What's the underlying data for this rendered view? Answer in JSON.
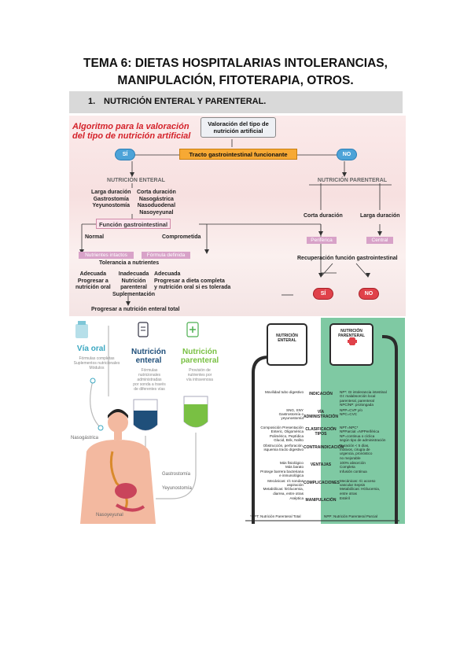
{
  "heading": {
    "line1": "TEMA 6: DIETAS HOSPITALARIAS INTOLERANCIAS,",
    "line2": "MANIPULACIÓN, FITOTERAPIA, OTROS."
  },
  "section": {
    "number": "1.",
    "title": "NUTRICIÓN ENTERAL Y PARENTERAL."
  },
  "algorithm": {
    "title_line1": "Algoritmo para la valoración",
    "title_line2": "del tipo de nutrición artificial",
    "valoracion_line1": "Valoración del tipo de",
    "valoracion_line2": "nutrición artificial",
    "tracto": "Tracto gastrointestinal funcionante",
    "si": "SÍ",
    "no": "NO",
    "enteral": "NUTRICIÓN ENTERAL",
    "parenteral": "NUTRICIÓN PARENTERAL",
    "larga_list": [
      "Larga duración",
      "Gastrostomía",
      "Yeyunostomía"
    ],
    "corta_list": [
      "Corta duración",
      "Nasogástrica",
      "Nasoduodenal",
      "Nasoyeyunal"
    ],
    "funcion": "Función gastrointestinal",
    "normal": "Normal",
    "comprometida": "Comprometida",
    "nutrientes_intactos": "Nutrientes intactos",
    "formula_definida": "Fórmula definida",
    "tolerancia": "Tolerancia a nutrientes",
    "adecuada1": [
      "Adecuada",
      "Progresar a",
      "nutrición oral"
    ],
    "inadecuada": [
      "Inadecuada",
      "Nutrición",
      "parenteral",
      "Suplementación"
    ],
    "adecuada2": [
      "Adecuada",
      "Progresar a dieta completa",
      "y nutrición oral si es tolerada"
    ],
    "progresar_total": "Progresar a nutrición enteral total",
    "corta_duracion": "Corta duración",
    "larga_duracion": "Larga duración",
    "periferica": "Periférica",
    "central": "Central",
    "recuperacion": "Recuperación función gastrointestinal",
    "si2": "SÍ",
    "no2": "NO"
  },
  "vias": {
    "via_oral": "Vía oral",
    "via_oral_desc": [
      "Fórmulas completas",
      "Suplementos nutricionales",
      "Módulos"
    ],
    "nutricion_enteral": [
      "Nutrición",
      "enteral"
    ],
    "enteral_desc": [
      "Fórmulas",
      "nutricionales",
      "administradas",
      "por sonda a través",
      "de diferentes vías"
    ],
    "nutricion_parenteral": [
      "Nutrición",
      "parenteral"
    ],
    "parenteral_desc": [
      "Provisión de",
      "nutrientes por",
      "vía intravenosa"
    ],
    "nasogastrica": "Nasogástrica",
    "gastrostomia": "Gastrostomía",
    "yeyunostomia": "Yeyunostomía",
    "nasoyeyunal": "Nasoyeyunal"
  },
  "comparison": {
    "enteral_label": [
      "NUTRICIÓN",
      "ENTERAL"
    ],
    "parenteral_label": [
      "NUTRICIÓN",
      "PARENTERAL"
    ],
    "rows": [
      {
        "key": "INDICACIÓN",
        "left": [
          "Movilidad tubo digestivo"
        ],
        "right": [
          "NP*: GI intolerancia intestinal",
          "GI: malabsorción local",
          "parenteral, parenteral",
          "NPC/NP: prolongada"
        ]
      },
      {
        "key": "VÍA ADMINISTRACIÓN",
        "left": [
          "SNG, SNY",
          "Gastrostomía o",
          "yeyunostomía"
        ],
        "right": [
          "NPP=CVP y/o",
          "NPC=CVC"
        ]
      },
      {
        "key": "CLASIFICACIÓN TIPOS",
        "left": [
          "Composición  Presentación",
          "Enteric, Oligomérica",
          "Polimérico, Peptídica",
          "Glucid, Brik, Nolito"
        ],
        "right": [
          "NPT=NPC*",
          "NPParcial =NPPeriférica",
          "NP=continua o cíclica",
          "según tipo de administración"
        ]
      },
      {
        "key": "CONTRAINDICACIÓN",
        "left": [
          "Obstrucción, perforación,",
          "isquemia tracto digestivo"
        ],
        "right": [
          "Duración < 5 días,",
          "motivos, cirugía de",
          "urgencia, pronóstico",
          "no mejorable"
        ]
      },
      {
        "key": "VENTAJAS",
        "left": [
          "Más fisiológico",
          "Más barato",
          "Protege barrera bacteriana",
          "e inmunológica"
        ],
        "right": [
          "100% absorción",
          "Completa",
          "Infusión continua"
        ]
      },
      {
        "key": "COMPLICACIONES",
        "left": [
          "Mecánicas: r/c sondas",
          "aspiración",
          "Metabólicas: hiGlucemia,",
          "diarrea, entre otras"
        ],
        "right": [
          "Mecánicas: r/c acceso",
          "vascular  Sepsis",
          "Metabólicas: HGlucemia,",
          "entre otras"
        ]
      },
      {
        "key": "MANIPULACIÓN",
        "left": [
          "Aséptica"
        ],
        "right": [
          "Estéril"
        ]
      }
    ],
    "footnote_left": "*NPT: Nutrición Parenteral Total",
    "footnote_right": "NPP: Nutrición Parenteral Parcial"
  }
}
